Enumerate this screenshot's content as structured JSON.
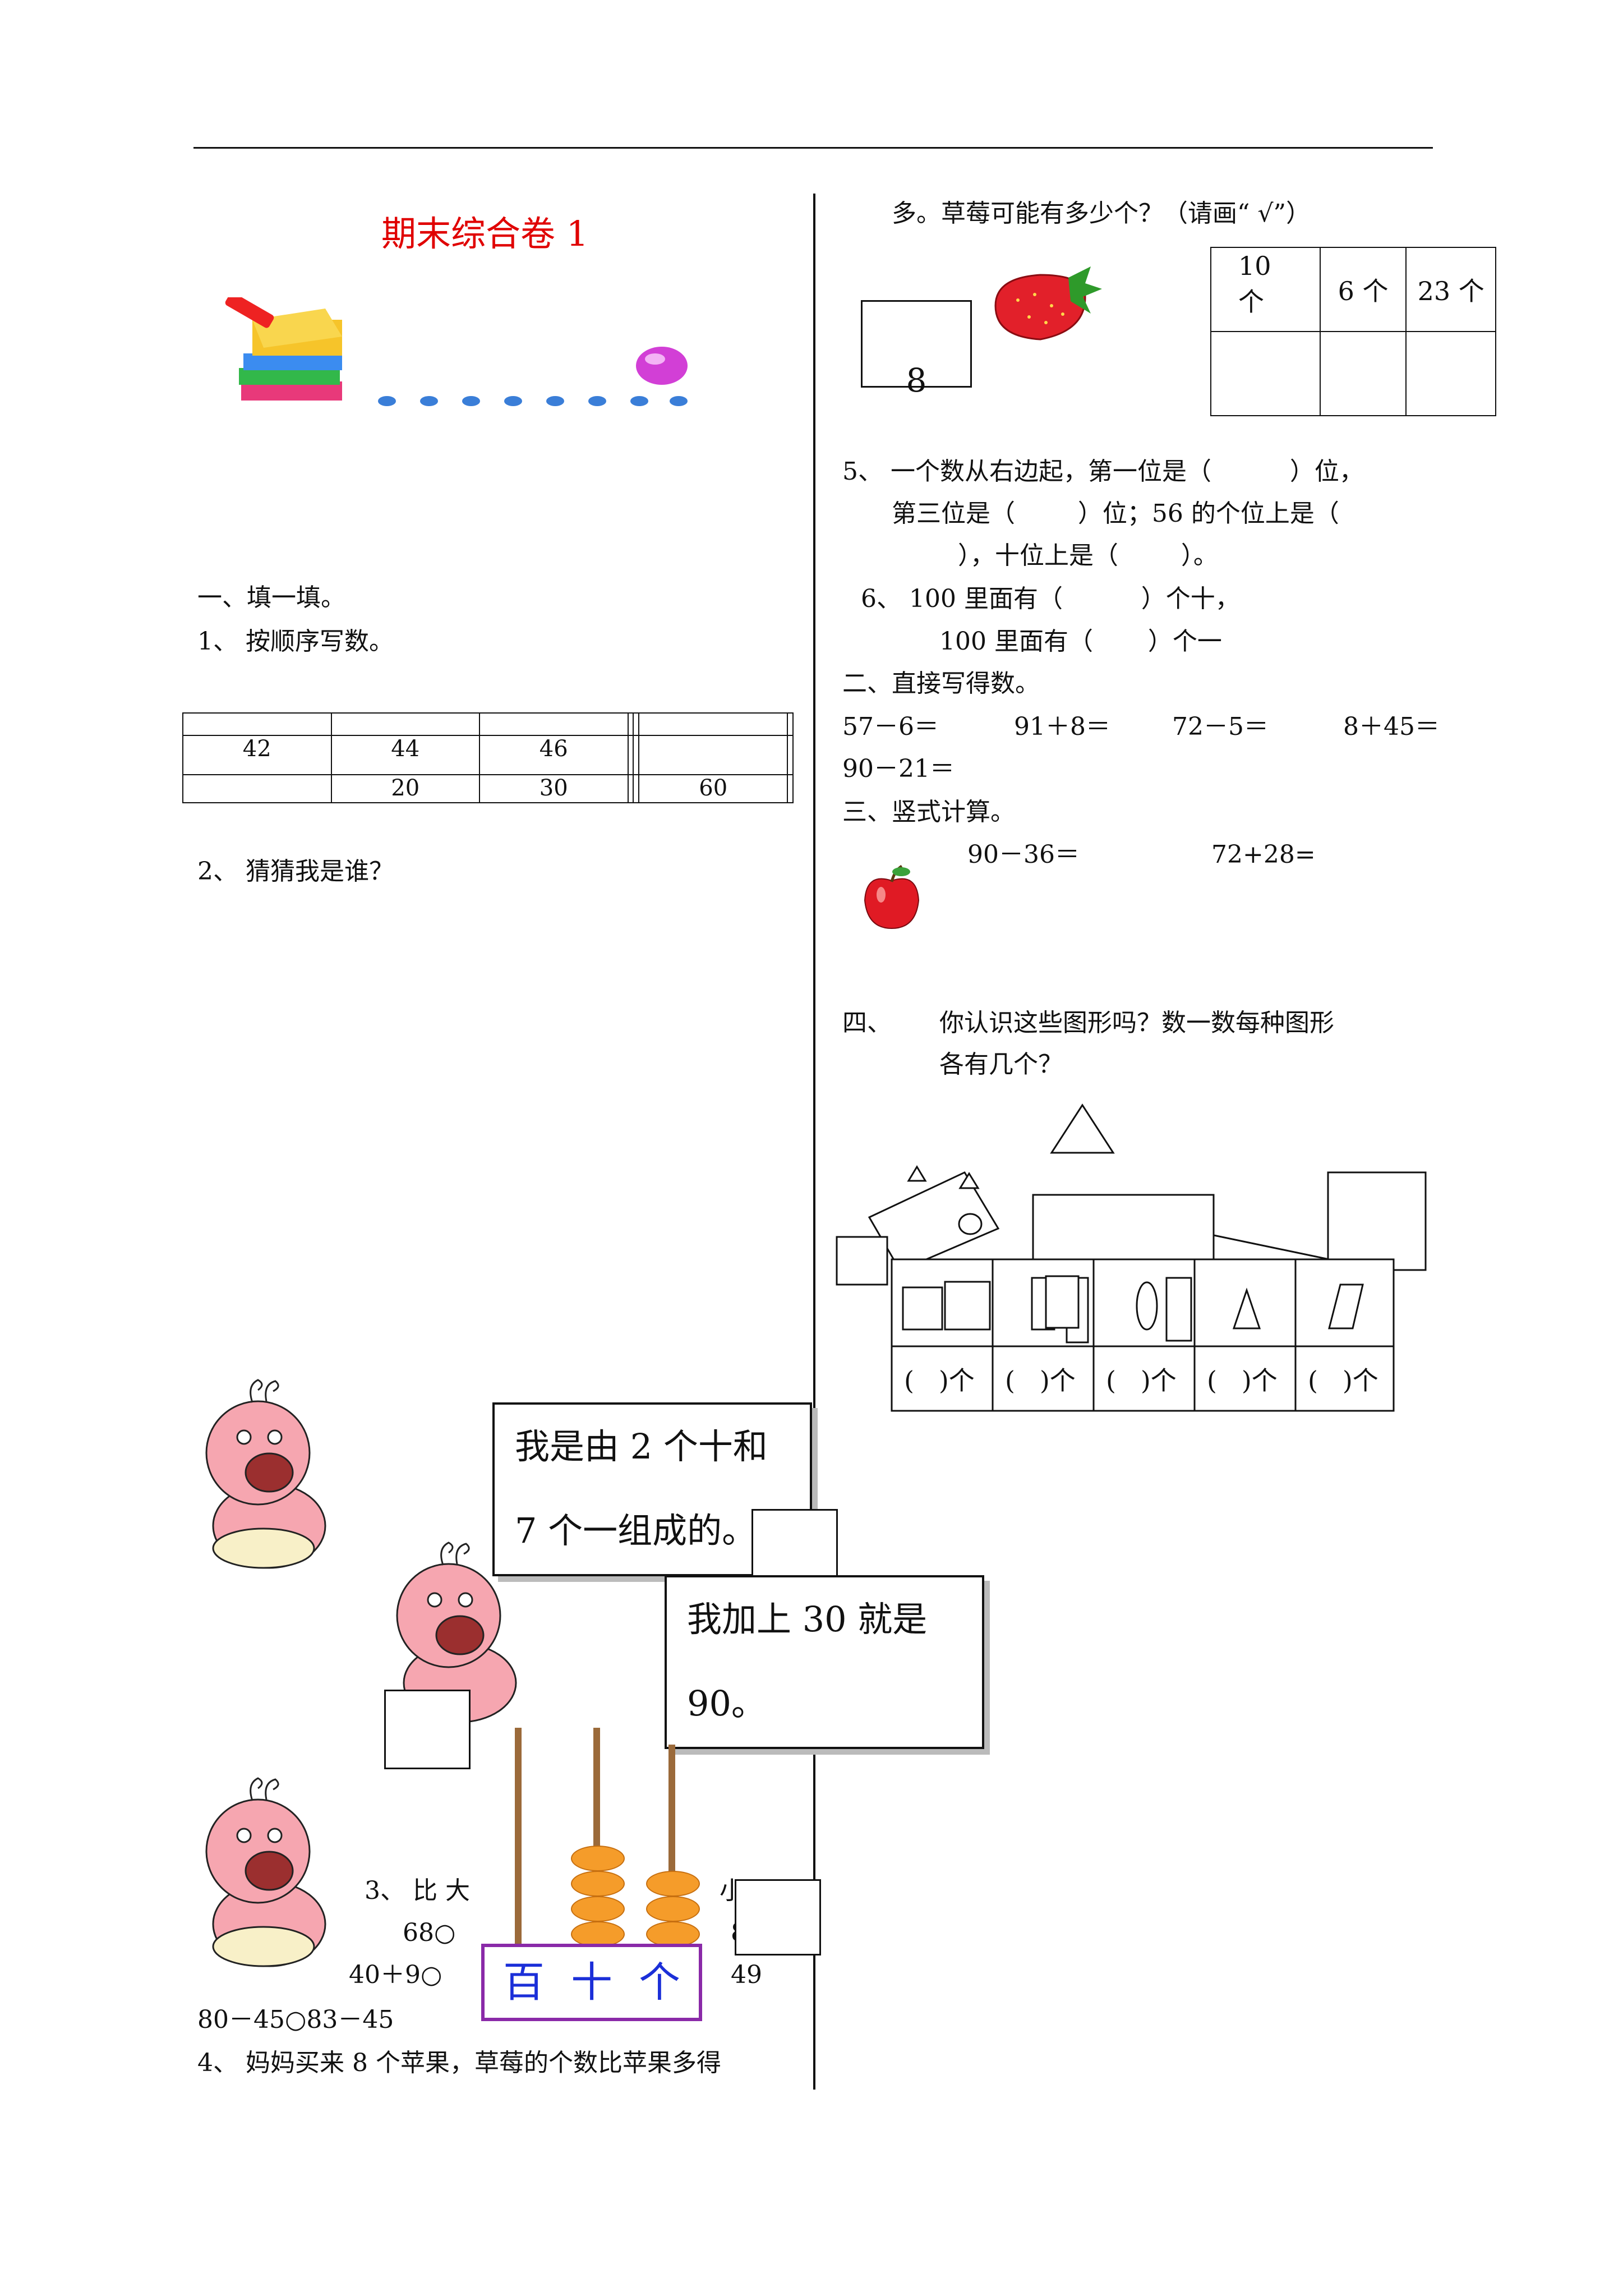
{
  "title": "期末综合卷 1",
  "left": {
    "section1": "一、填一填。",
    "q1": "1、 按顺序写数。",
    "seq_table": {
      "row1": [
        "42",
        "44",
        "46",
        "",
        "",
        "",
        ""
      ],
      "row2": [
        "",
        "20",
        "30",
        "",
        "",
        "60",
        ""
      ]
    },
    "q2": "2、 猜猜我是谁？",
    "bubble1": {
      "line1": "我是由 2 个十和",
      "line2": "7 个一组成的。"
    },
    "bubble2": {
      "line1": "我加上 30 就是",
      "line2": "90。"
    },
    "q3": "3、 比  大",
    "q3_small": "小",
    "cmp1": "68○",
    "cmp1_right": "8",
    "cmp2": "40＋9○",
    "cmp2_right": "49",
    "cmp3": "80－45○83－45",
    "abacus_labels": "百  十  个",
    "q4": "4、 妈妈买来 8 个苹果，草莓的个数比苹果多得"
  },
  "right": {
    "q4_cont": "多。草莓可能有多少个？（请画“ √”）",
    "apple_box": "8",
    "choice_table": {
      "c1_line1": "10",
      "c1_line2": "个",
      "c2": "6 个",
      "c3": "23 个"
    },
    "q5_l1": "5、 一个数从右边起，第一位是（          ）位，",
    "q5_l2": "第三位是（        ）位；56 的个位上是（",
    "q5_l3": "），十位上是（        ）。",
    "q6_l1": "6、 100 里面有（          ）个十，",
    "q6_l2": "100 里面有（       ）个一",
    "section2": "二、直接写得数。",
    "calc": [
      "57－6＝",
      "91＋8＝",
      "72－5＝",
      "8＋45＝",
      "90－21＝"
    ],
    "section3": "三、竖式计算。",
    "vert": [
      "90－36＝",
      "72+28="
    ],
    "section4_num": "四、",
    "section4_l1": "你认识这些图形吗？数一数每种图形",
    "section4_l2": "各有几个？",
    "count_cells": [
      "(   )个",
      "(   )个",
      "(   )个",
      "(   )个",
      "(   )个"
    ]
  }
}
